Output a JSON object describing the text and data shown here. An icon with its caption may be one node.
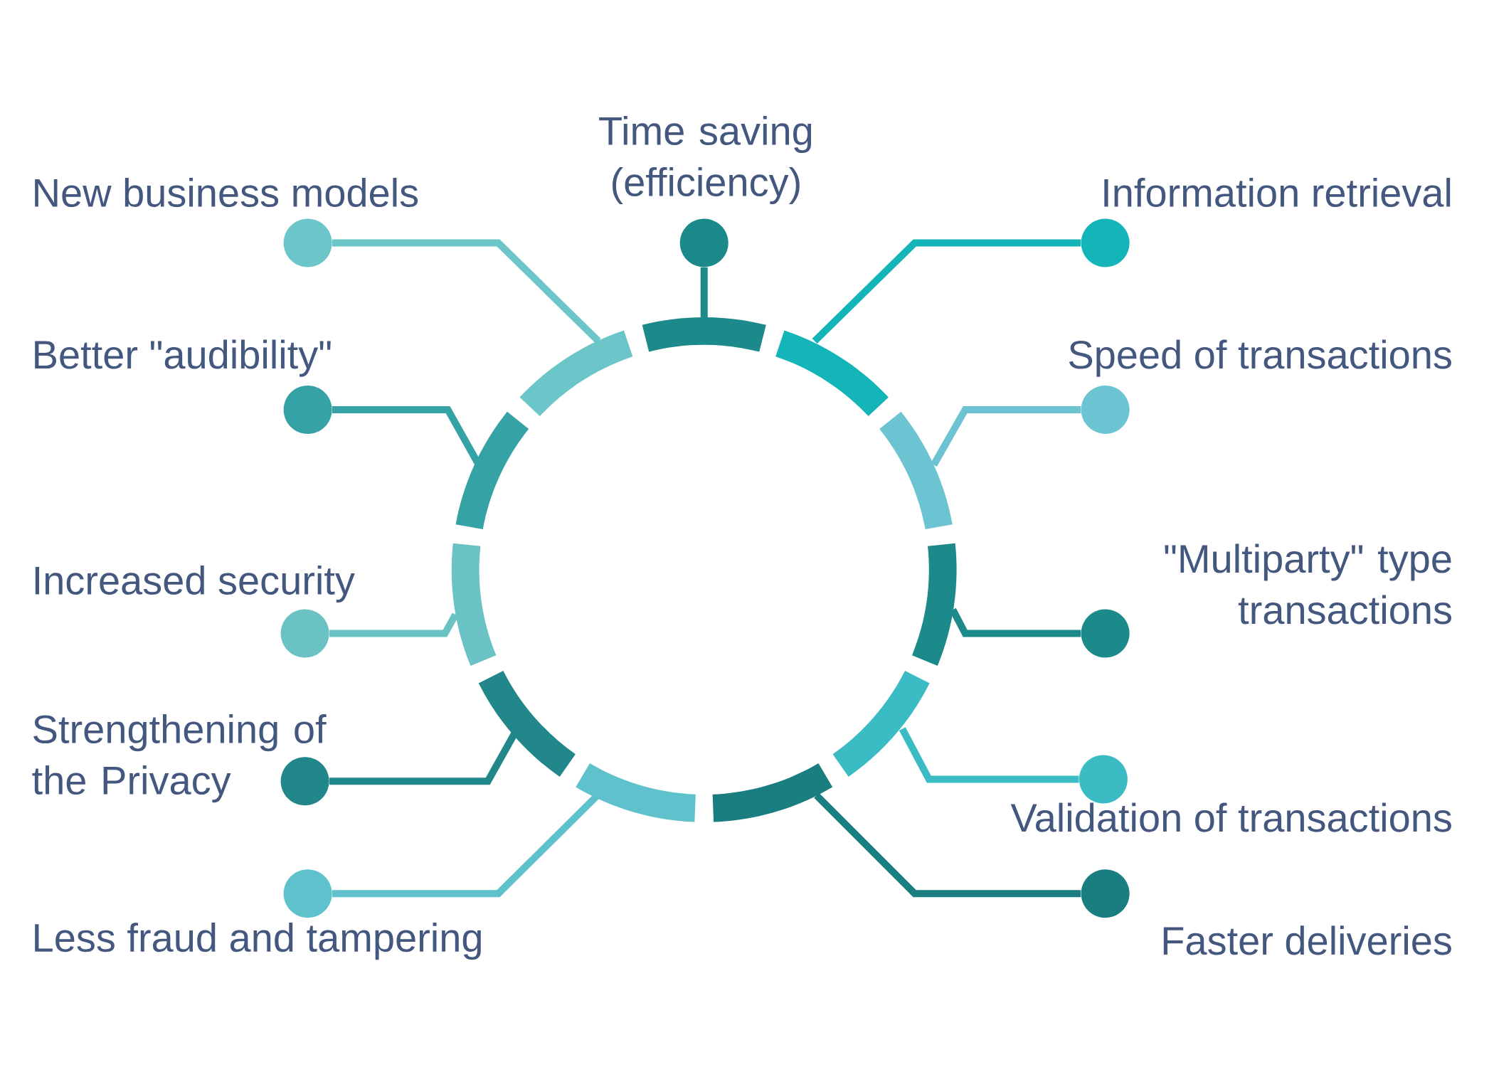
{
  "diagram": {
    "nodes": [
      {
        "text": [],
        "shape": "circle",
        "beside": [
          "Time saving (efficiency)"
        ]
      },
      {
        "text": [],
        "shape": "circle",
        "beside": [
          "Information retrieval"
        ]
      },
      {
        "text": [],
        "shape": "circle",
        "beside": [
          "Speed of transactions"
        ]
      },
      {
        "text": [],
        "shape": "circle",
        "beside": [
          "\"Multiparty\" type transactions"
        ]
      },
      {
        "text": [],
        "shape": "circle",
        "beside": [
          "Validation of transactions"
        ]
      },
      {
        "text": [],
        "shape": "circle",
        "beside": [
          "Faster deliveries"
        ]
      },
      {
        "text": [],
        "shape": "circle",
        "beside": [
          "Less fraud and tampering"
        ]
      },
      {
        "text": [],
        "shape": "circle",
        "beside": [
          "Strengthening of the Privacy"
        ]
      },
      {
        "text": [],
        "shape": "circle",
        "beside": [
          "Increased security"
        ]
      },
      {
        "text": [],
        "shape": "circle",
        "beside": [
          "Better \"audibility\""
        ]
      },
      {
        "text": [],
        "shape": "circle",
        "beside": [
          "New business models"
        ]
      },
      {
        "text": [],
        "shape": "arc"
      },
      {
        "text": [],
        "shape": "arc"
      },
      {
        "text": [],
        "shape": "arc"
      },
      {
        "text": [],
        "shape": "arc"
      },
      {
        "text": [],
        "shape": "arc"
      },
      {
        "text": [],
        "shape": "arc"
      },
      {
        "text": [],
        "shape": "arc"
      },
      {
        "text": [],
        "shape": "arc"
      },
      {
        "text": [],
        "shape": "arc"
      },
      {
        "text": [],
        "shape": "arc"
      },
      {
        "text": [],
        "shape": "arc"
      }
    ],
    "edges": [
      {
        "from": 0,
        "to": 11,
        "arrow": "none",
        "color": "#1c8a8a"
      },
      {
        "from": 1,
        "to": 12,
        "arrow": "none",
        "color": "#14b5b8"
      },
      {
        "from": 2,
        "to": 13,
        "arrow": "none",
        "color": "#6cc3d1"
      },
      {
        "from": 3,
        "to": 14,
        "arrow": "none",
        "color": "#1c8a8a"
      },
      {
        "from": 4,
        "to": 15,
        "arrow": "none",
        "color": "#3bbcc4"
      },
      {
        "from": 5,
        "to": 16,
        "arrow": "none",
        "color": "#1a7e80"
      },
      {
        "from": 6,
        "to": 17,
        "arrow": "none",
        "color": "#5fc1cb"
      },
      {
        "from": 7,
        "to": 18,
        "arrow": "none",
        "color": "#21878a"
      },
      {
        "from": 8,
        "to": 19,
        "arrow": "none",
        "color": "#6ac2c4"
      },
      {
        "from": 9,
        "to": 20,
        "arrow": "none",
        "color": "#35a2a6"
      },
      {
        "from": 10,
        "to": 21,
        "arrow": "none",
        "color": "#6cc5c8"
      }
    ]
  }
}
